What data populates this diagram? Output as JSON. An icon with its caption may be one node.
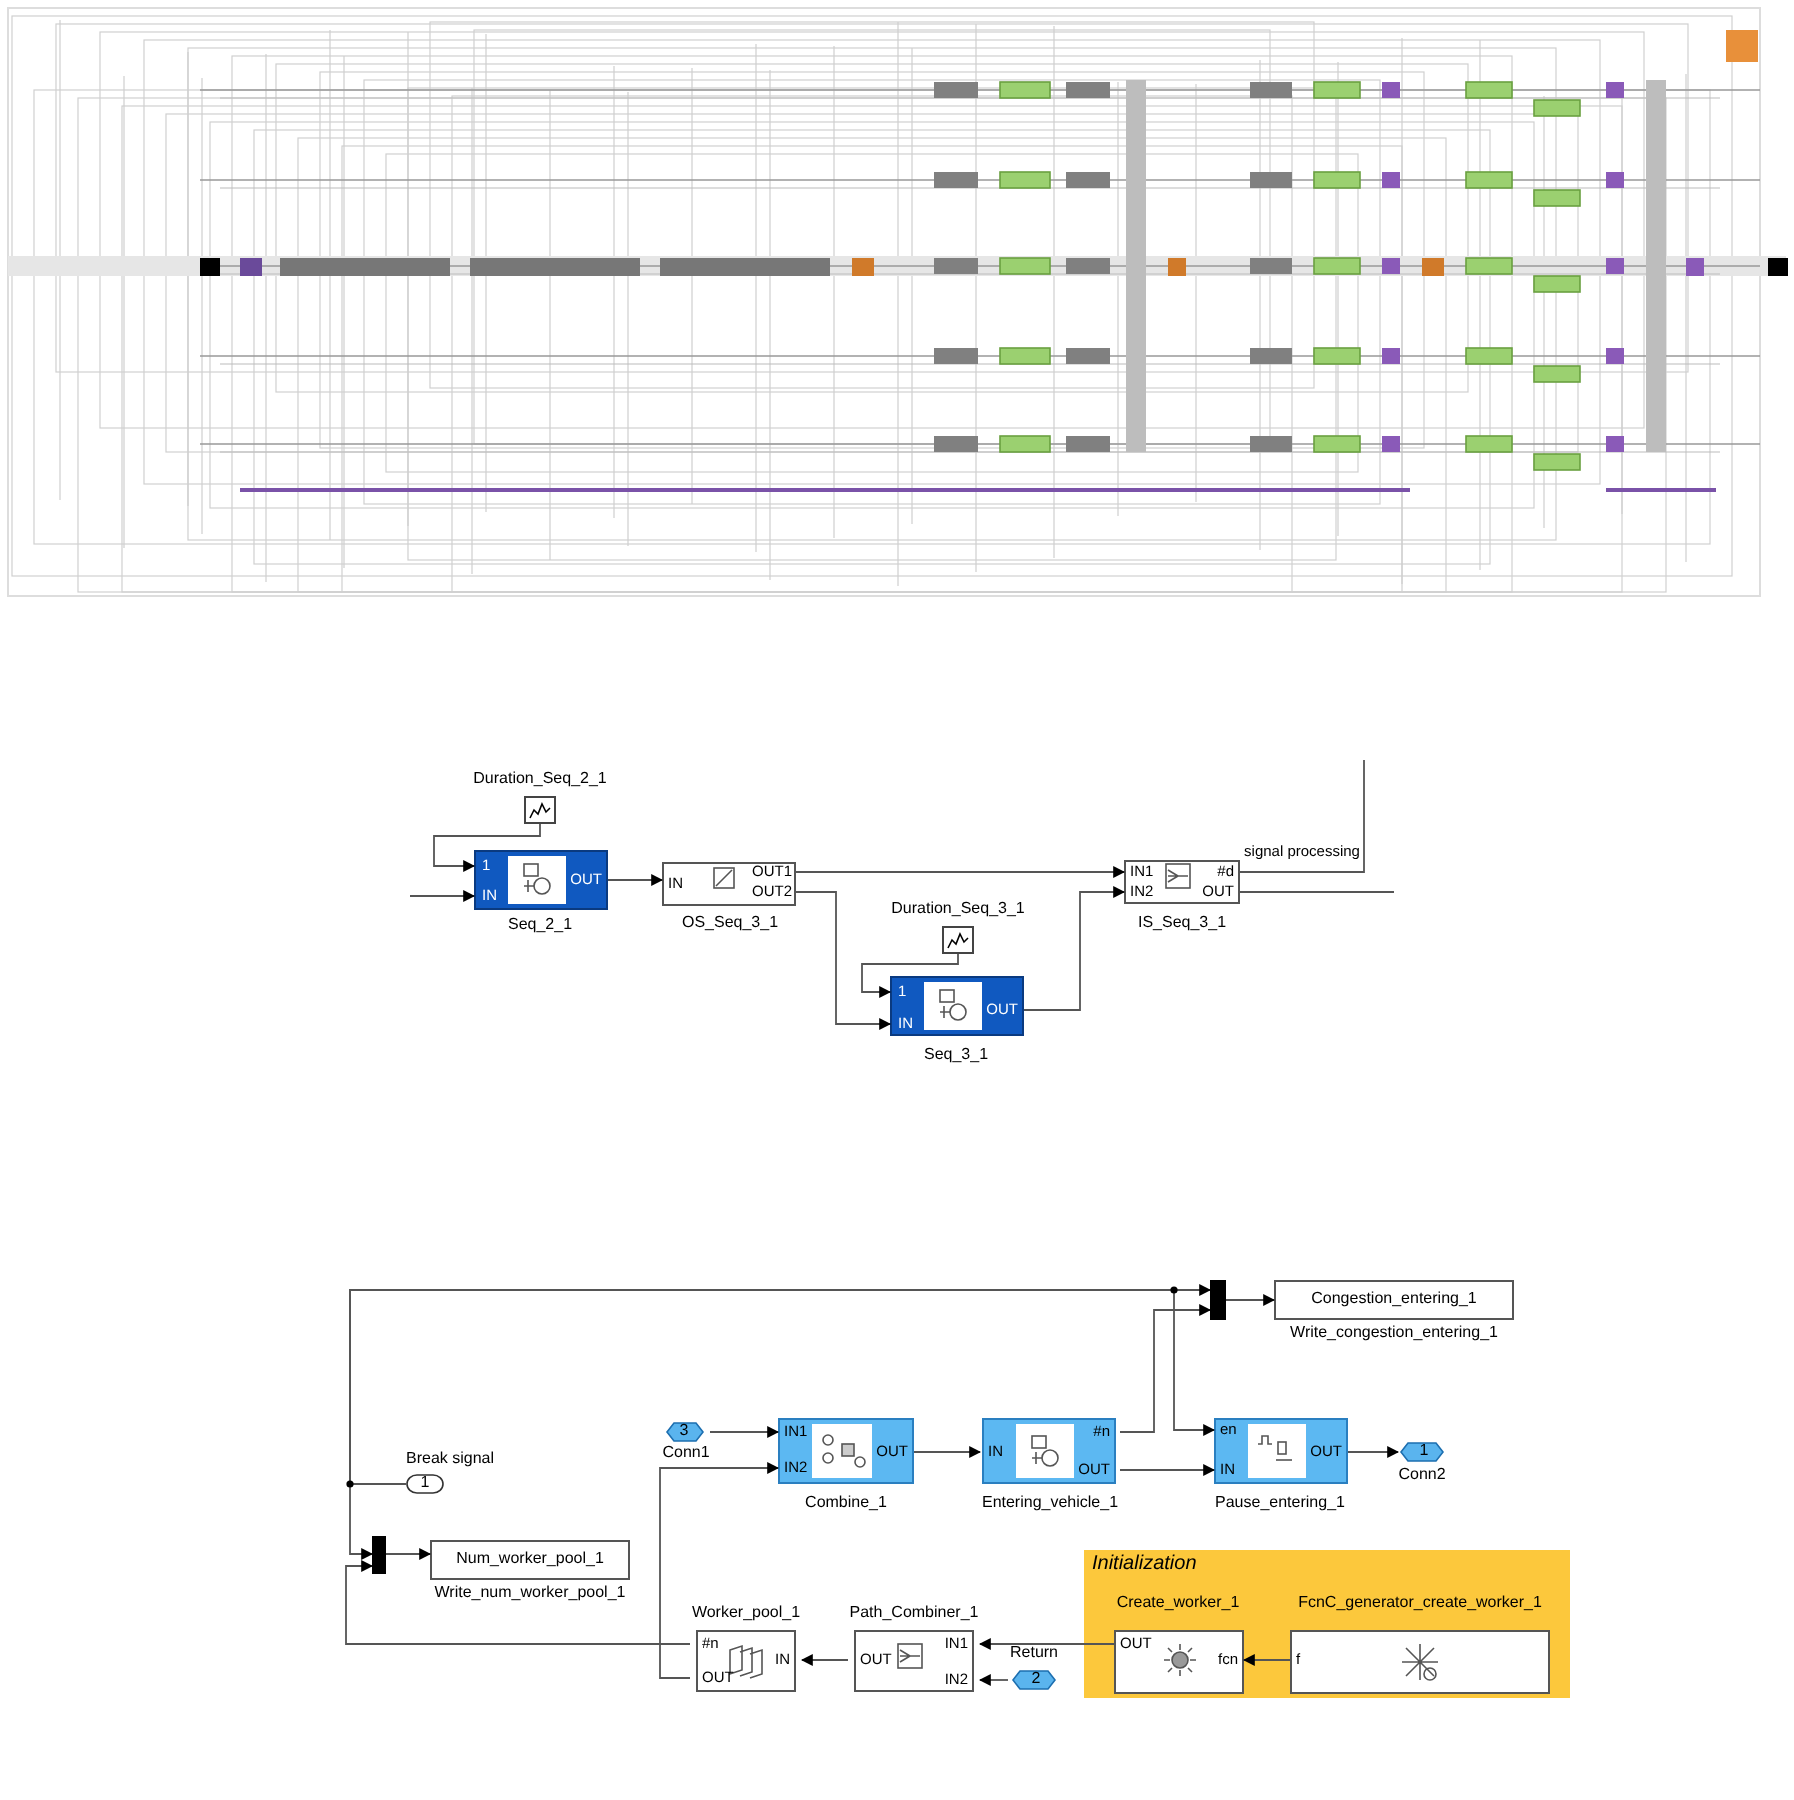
{
  "diagram": {
    "nodes": [
      {
        "text": [
          "Duration_Seq_2_1"
        ]
      },
      {
        "text": [
          "1",
          "IN",
          "OUT",
          "Seq_2_1"
        ]
      },
      {
        "text": [
          "IN",
          "OUT1",
          "OUT2",
          "OS_Seq_3_1"
        ]
      },
      {
        "text": [
          "Duration_Seq_3_1"
        ]
      },
      {
        "text": [
          "1",
          "IN",
          "OUT",
          "Seq_3_1"
        ]
      },
      {
        "text": [
          "IN1",
          "IN2",
          "#d",
          "OUT",
          "IS_Seq_3_1"
        ]
      },
      {
        "text": [
          "1"
        ],
        "beside": [
          "Break signal"
        ]
      },
      {
        "text": [],
        "shape": "bar"
      },
      {
        "text": [
          "Num_worker_pool_1",
          "Write_num_worker_pool_1"
        ]
      },
      {
        "text": [
          "3",
          "Conn1"
        ]
      },
      {
        "text": [
          "IN1",
          "IN2",
          "OUT",
          "Combine_1"
        ]
      },
      {
        "text": [
          "IN",
          "#n",
          "OUT",
          "Entering_vehicle_1"
        ]
      },
      {
        "text": [],
        "shape": "bar"
      },
      {
        "text": [
          "Congestion_entering_1",
          "Write_congestion_entering_1"
        ]
      },
      {
        "text": [
          "en",
          "IN",
          "OUT",
          "Pause_entering_1"
        ]
      },
      {
        "text": [
          "1",
          "Conn2"
        ]
      },
      {
        "text": [
          "Worker_pool_1",
          "#n",
          "IN",
          "OUT"
        ]
      },
      {
        "text": [
          "Path_Combiner_1",
          "OUT",
          "IN1",
          "IN2"
        ]
      },
      {
        "text": [
          "Return",
          "2"
        ]
      },
      {
        "text": [
          "Initialization"
        ]
      },
      {
        "text": [
          "Create_worker_1",
          "OUT",
          "fcn"
        ],
        "in": 19
      },
      {
        "text": [
          "FcnC_generator_create_worker_1",
          "f"
        ],
        "in": 19
      }
    ],
    "edges": [
      {
        "from": null,
        "to": 1,
        "arrow": "to"
      },
      {
        "from": 0,
        "to": 1,
        "arrow": "to"
      },
      {
        "from": 1,
        "to": 2,
        "arrow": "to"
      },
      {
        "from": 2,
        "to": 5,
        "arrow": "to"
      },
      {
        "from": 2,
        "to": 4,
        "arrow": "to"
      },
      {
        "from": 3,
        "to": 4,
        "arrow": "to"
      },
      {
        "from": 4,
        "to": 5,
        "arrow": "to"
      },
      {
        "from": 5,
        "to": null,
        "arrow": "none",
        "label": "signal processing"
      },
      {
        "from": 5,
        "to": null,
        "arrow": "none"
      },
      {
        "from": 6,
        "to": 7,
        "arrow": "to"
      },
      {
        "from": 6,
        "to": 12,
        "arrow": "to"
      },
      {
        "from": 6,
        "to": 14,
        "arrow": "to"
      },
      {
        "from": 7,
        "to": 8,
        "arrow": "to"
      },
      {
        "from": 9,
        "to": 10,
        "arrow": "to"
      },
      {
        "from": 10,
        "to": 11,
        "arrow": "to"
      },
      {
        "from": 11,
        "to": 12,
        "arrow": "to"
      },
      {
        "from": 11,
        "to": 14,
        "arrow": "to"
      },
      {
        "from": 12,
        "to": 13,
        "arrow": "to"
      },
      {
        "from": 14,
        "to": 15,
        "arrow": "to"
      },
      {
        "from": 16,
        "to": 7,
        "arrow": "to"
      },
      {
        "from": 16,
        "to": 10,
        "arrow": "to"
      },
      {
        "from": 17,
        "to": 16,
        "arrow": "to"
      },
      {
        "from": 20,
        "to": 17,
        "arrow": "to"
      },
      {
        "from": 18,
        "to": 17,
        "arrow": "to"
      },
      {
        "from": 21,
        "to": 20,
        "arrow": "to"
      }
    ]
  }
}
